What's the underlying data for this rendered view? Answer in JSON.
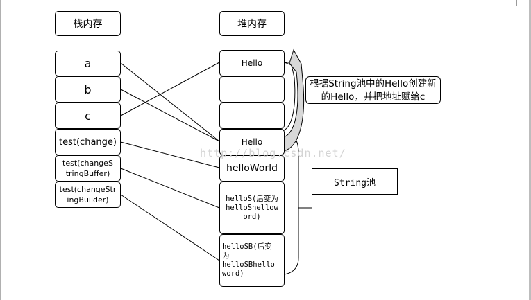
{
  "stack": {
    "title": "栈内存",
    "items": {
      "a": "a",
      "b": "b",
      "c": "c",
      "test_change": "test(change)",
      "test_sbuffer": "test(changeS\ntringBuffer)",
      "test_sbuilder": "test(changeStr\ningBuilder)"
    }
  },
  "heap": {
    "title": "堆内存",
    "items": {
      "hello1": "Hello",
      "empty1": "",
      "empty2": "",
      "hello2": "Hello",
      "helloworld": "helloWorld",
      "hellos": "helloS(后变为\nhelloShellow\nord)",
      "hellosb": "helloSB(后变\n为\nhelloSBhello\nword)"
    }
  },
  "callout_text": "根据String池中的Hello创建新\n的Hello，并把地址赋给c",
  "pool_label": "String池",
  "watermark": "http://blog.csdn.net/"
}
